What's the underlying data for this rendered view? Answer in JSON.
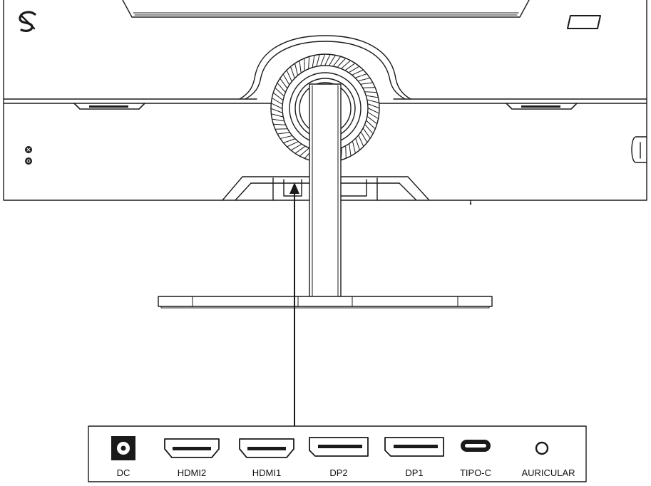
{
  "ports": [
    {
      "id": "dc",
      "label": "DC"
    },
    {
      "id": "hdmi2",
      "label": "HDMI2"
    },
    {
      "id": "hdmi1",
      "label": "HDMI1"
    },
    {
      "id": "dp2",
      "label": "DP2"
    },
    {
      "id": "dp1",
      "label": "DP1"
    },
    {
      "id": "usb-c",
      "label": "TIPO-C"
    },
    {
      "id": "audio",
      "label": "AURICULAR"
    }
  ],
  "colors": {
    "line": "#1a1a1a",
    "background": "#ffffff"
  }
}
